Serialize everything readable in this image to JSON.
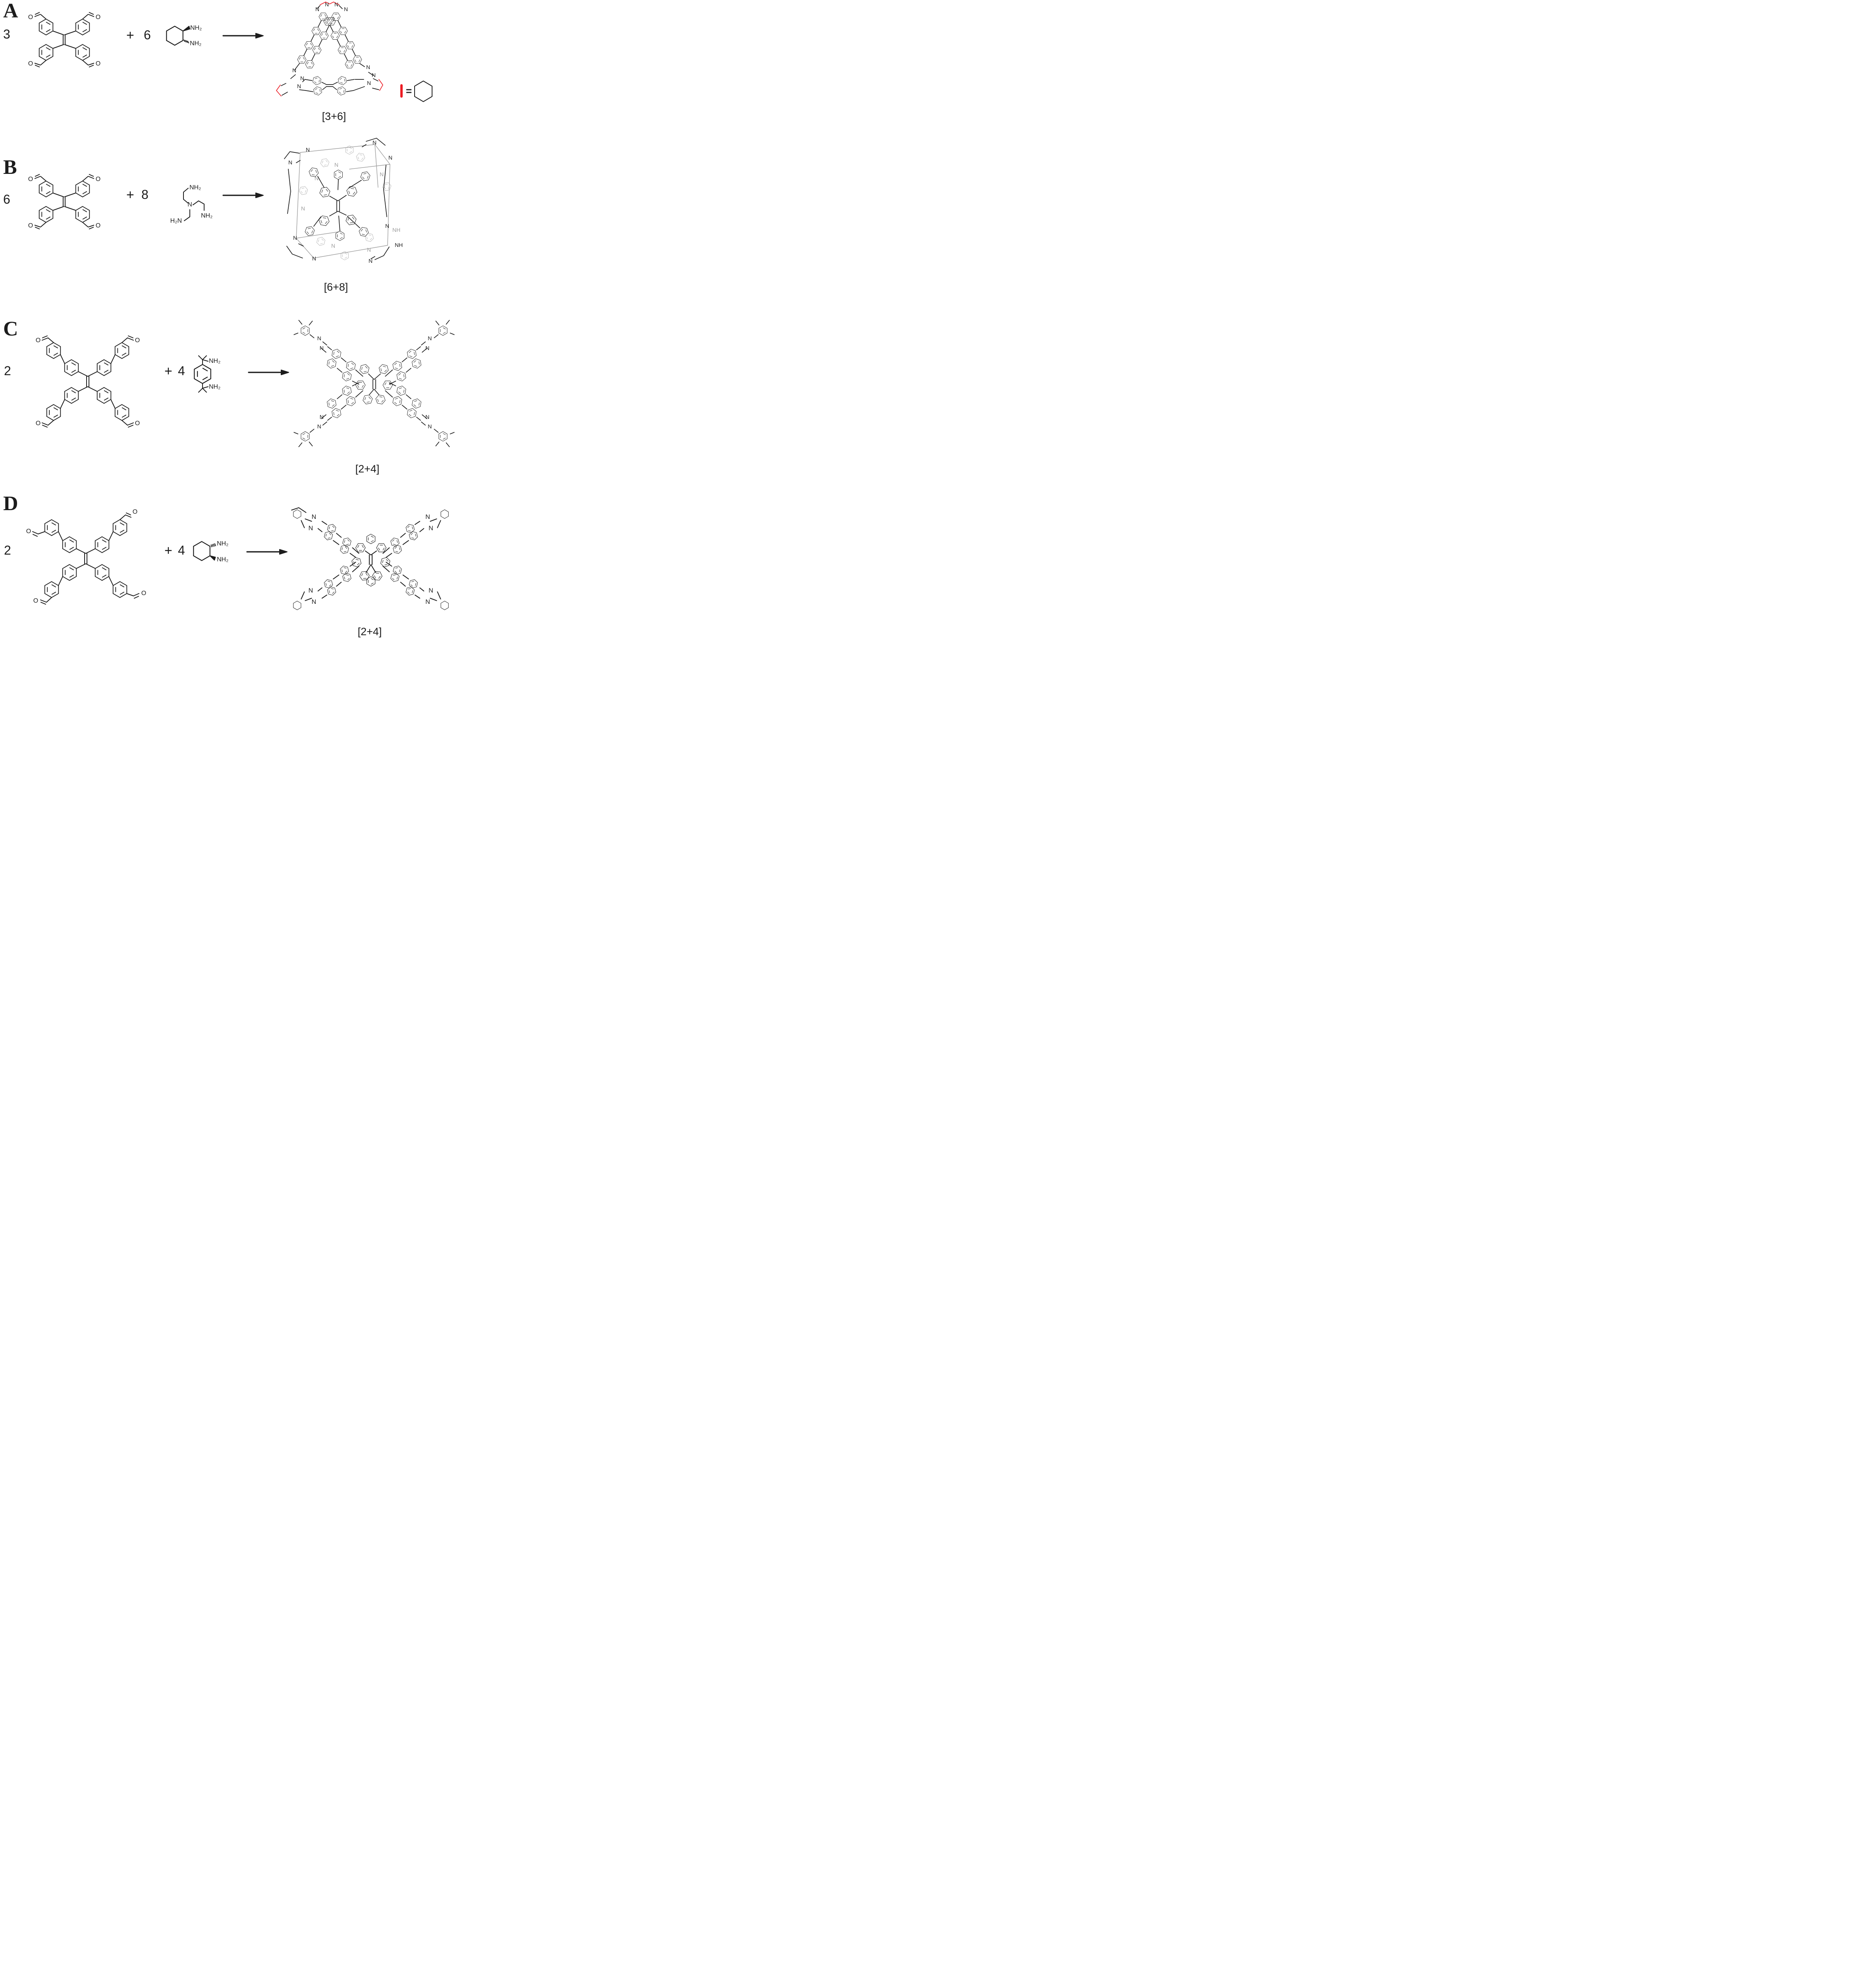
{
  "colors": {
    "ink": "#1c1c1c",
    "red": "#ec1c24",
    "gray": "#9e9e9e",
    "background": "#ffffff"
  },
  "atoms": {
    "oxygen": "O",
    "nitrogen": "N",
    "nh": "NH",
    "nh2": "NH₂",
    "h2n": "H₂N"
  },
  "legend": {
    "equals": "=",
    "red_bond_color": "#ec1c24",
    "red_bond_meaning": "cyclohexane-ring"
  },
  "panels": [
    {
      "label": "A",
      "aldehyde_coefficient": "3",
      "plus": "+",
      "amine_coefficient": "6",
      "product_label": "[3+6]"
    },
    {
      "label": "B",
      "aldehyde_coefficient": "6",
      "plus": "+",
      "amine_coefficient": "8",
      "product_label": "[6+8]"
    },
    {
      "label": "C",
      "aldehyde_coefficient": "2",
      "plus": "+",
      "amine_coefficient": "4",
      "product_label": "[2+4]"
    },
    {
      "label": "D",
      "aldehyde_coefficient": "2",
      "plus": "+",
      "amine_coefficient": "4",
      "product_label": "[2+4]"
    }
  ]
}
